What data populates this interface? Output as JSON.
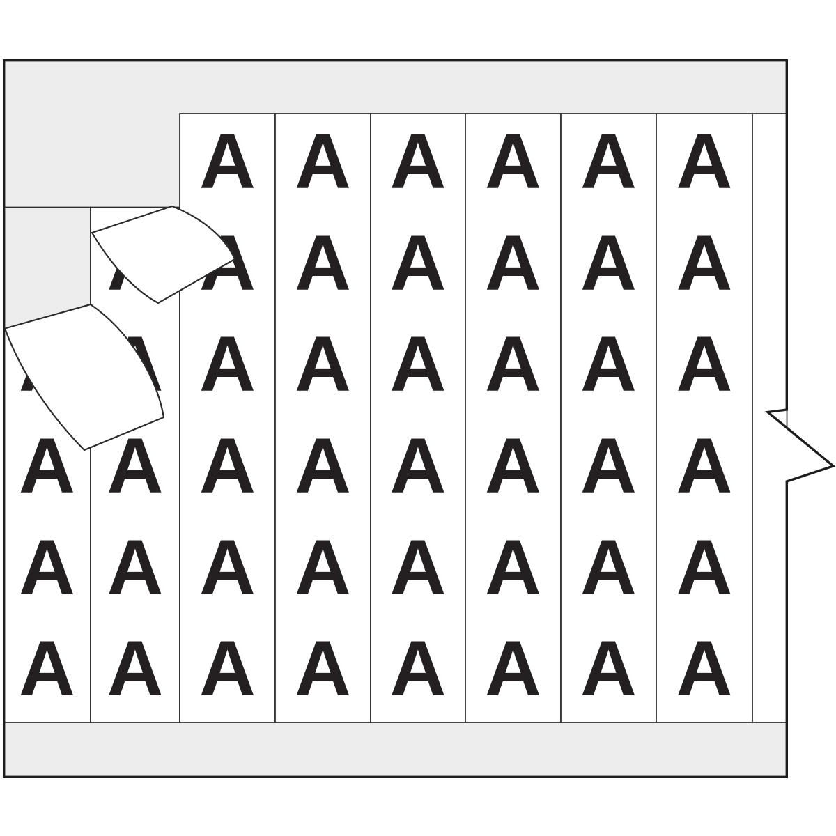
{
  "product_card": {
    "type": "wire-marker-label-card",
    "marker_character": "A",
    "grid": {
      "rows": 6,
      "printed_columns": 8,
      "blank_partial_columns": 1,
      "visible_letters_total": 45,
      "letters_per_column": [
        4,
        5,
        6,
        6,
        6,
        6,
        6,
        6,
        0
      ]
    },
    "peeled_labels_count": 2,
    "colors": {
      "page_background": "#ffffff",
      "card_liner": "#ededed",
      "label_face": "#ffffff",
      "ink": "#242021",
      "strip_outline": "#2b2b2b",
      "card_border": "#1d1d1d"
    }
  }
}
